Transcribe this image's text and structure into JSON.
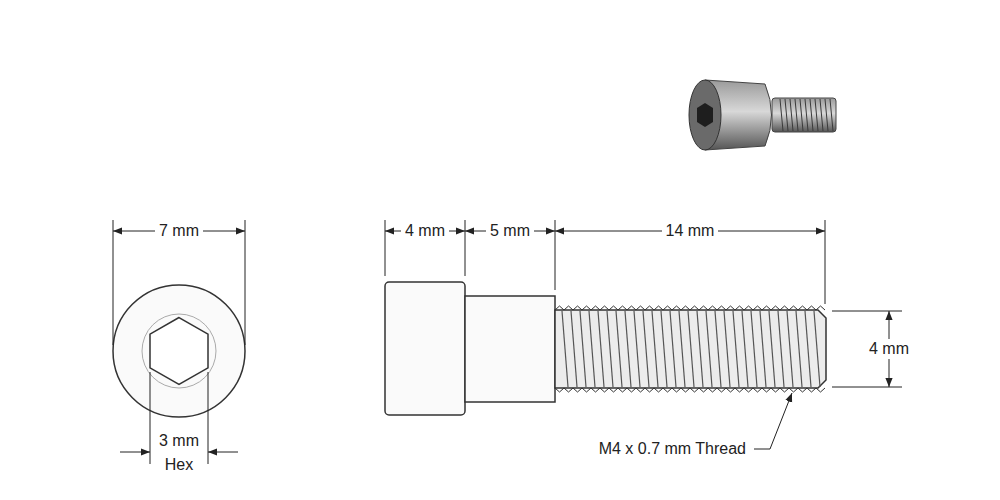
{
  "diagram": {
    "labels": [
      "7 mm",
      "3 mm Hex",
      "4 mm",
      "5 mm",
      "14 mm",
      "4 mm",
      "M4 x 0.7 mm Thread"
    ]
  }
}
